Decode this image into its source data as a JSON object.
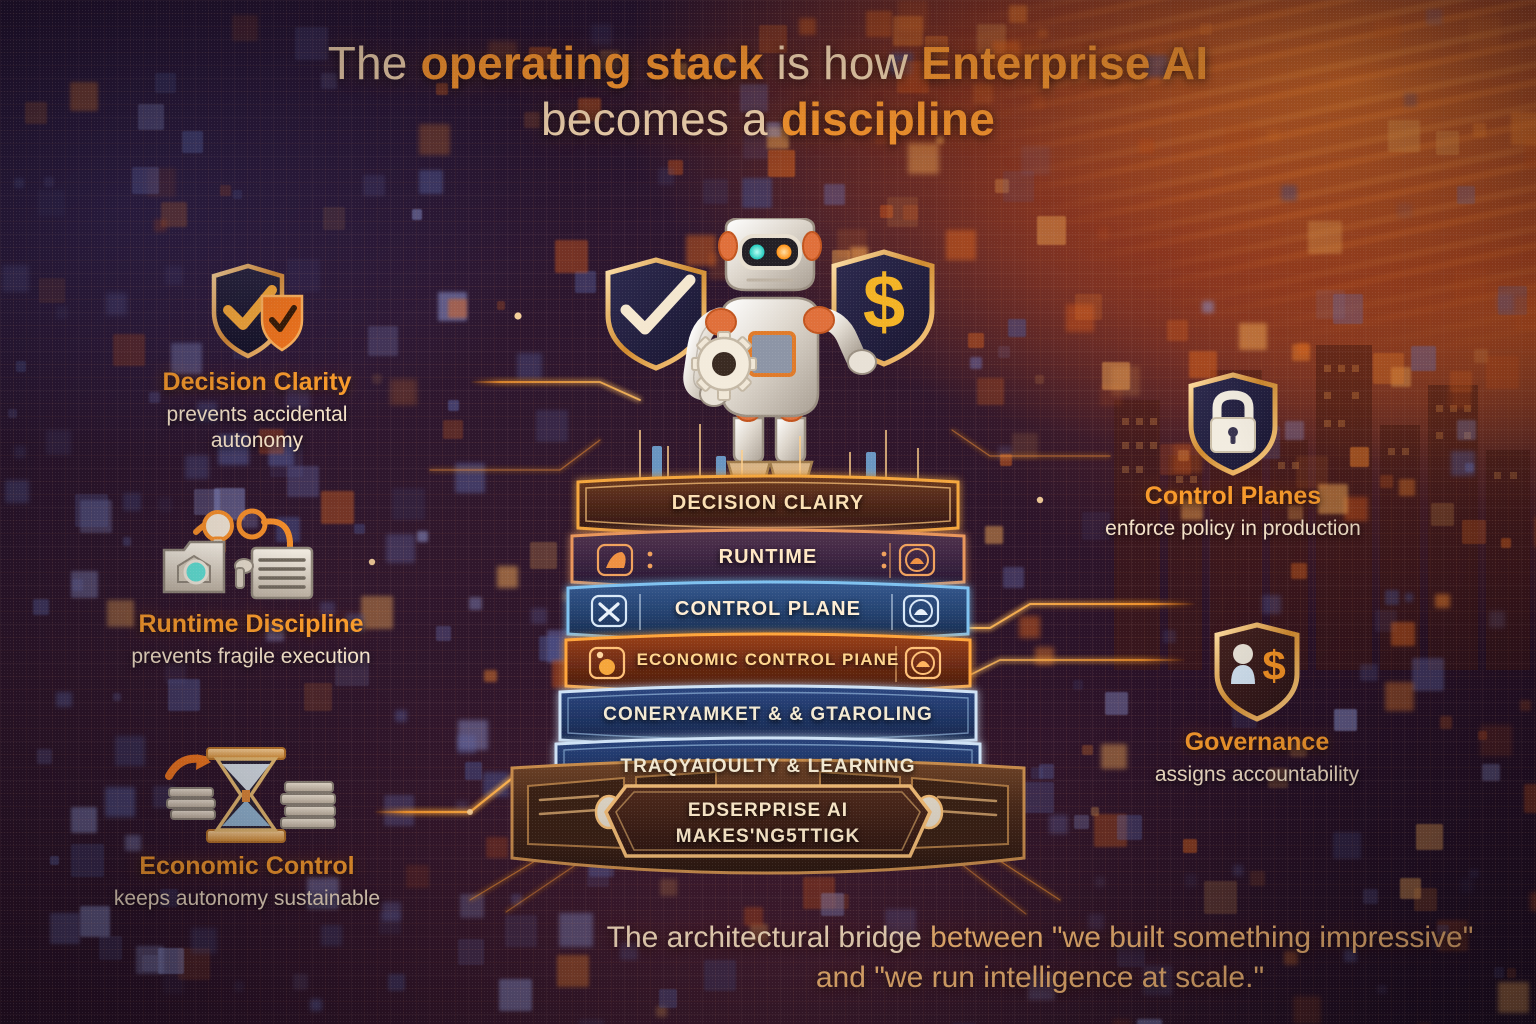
{
  "title": {
    "line1_a": "The ",
    "line1_b": "operating stack",
    "line1_c": " is how ",
    "line1_d": "Enterprise AI",
    "line2_a": "becomes a ",
    "line2_b": "discipline"
  },
  "footer": {
    "lead": "The architectural bridge",
    "rest": " between \"we built something impressive\"",
    "line2": "and \"we run intelligence at scale.\""
  },
  "callouts": [
    {
      "id": "decision",
      "icon": "shield-check-icon",
      "title": "Decision Clarity",
      "sub_line1": "prevents accidental",
      "sub_line2": "autonomy"
    },
    {
      "id": "runtime",
      "icon": "workflow-nodes-icon",
      "title": "Runtime Discipline",
      "sub_line1": "prevents fragile execution",
      "sub_line2": ""
    },
    {
      "id": "economic",
      "icon": "hourglass-coins-icon",
      "title": "Economic Control",
      "sub_line1": "keeps autonomy sustainable",
      "sub_line2": ""
    },
    {
      "id": "control",
      "icon": "shield-lock-icon",
      "title": "Control Planes",
      "sub_line1": "enforce policy in production",
      "sub_line2": ""
    },
    {
      "id": "govern",
      "icon": "shield-person-dollar-icon",
      "title": "Governance",
      "sub_line1": "assigns accountability",
      "sub_line2": ""
    }
  ],
  "stack": {
    "layers": [
      {
        "label": "DECISION CLAIRY",
        "color": "#4a2418",
        "edge": "#f4a63c",
        "text_color": "#fbe0b4",
        "font_size": 20
      },
      {
        "label": "RUNTIME",
        "color": "#3a2440",
        "edge": "#e8955a",
        "text_color": "#ffe7c4",
        "font_size": 20
      },
      {
        "label": "CONTROL PLANE",
        "color": "#24416e",
        "edge": "#7fc2f0",
        "text_color": "#ffeed4",
        "font_size": 20
      },
      {
        "label": "ECONOMIC CONTROL PIANE",
        "color": "#6b2a12",
        "edge": "#ffa53a",
        "text_color": "#ffd68e",
        "font_size": 17
      },
      {
        "label": "CONERYAMKET & & GTAROLING",
        "color": "#1f3463",
        "edge": "#cfe2f5",
        "text_color": "#f3e9d2",
        "font_size": 19
      },
      {
        "label": "TRAQYAIOULTY & LEARNING",
        "color": "#1d3160",
        "edge": "#cfe2f5",
        "text_color": "#f1e7d0",
        "font_size": 19
      }
    ],
    "base_plaque_line1": "EDSERPRISE AI",
    "base_plaque_line2": "MAKES'NG5TTIGK"
  },
  "robot": {
    "left_shield_icon": "shield-check-icon",
    "right_shield_icon": "shield-dollar-icon",
    "held_icon": "gear-icon",
    "eye_left_color": "#2fe6d8",
    "eye_right_color": "#ffa327"
  },
  "colors": {
    "accent_orange": "#ff9a2e",
    "title_cream": "#fbdcb4",
    "heading_orange": "#f79a2b",
    "body_cream": "#f4e2c8",
    "footer_orange": "#ffc076"
  }
}
